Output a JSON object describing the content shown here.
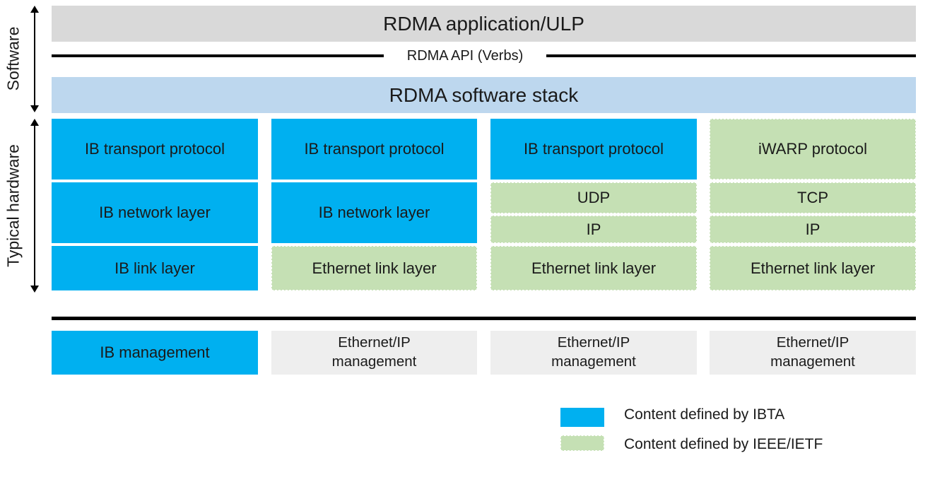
{
  "side_labels": {
    "software": "Software",
    "hardware": "Typical hardware"
  },
  "top": {
    "application": "RDMA application/ULP",
    "api": "RDMA API (Verbs)",
    "stack": "RDMA software stack"
  },
  "columns": [
    {
      "transport": "IB transport protocol",
      "network": "IB network layer",
      "link": "IB link layer",
      "management": "IB management"
    },
    {
      "transport": "IB transport protocol",
      "network": "IB network layer",
      "link": "Ethernet link layer",
      "management": "Ethernet/IP\nmanagement"
    },
    {
      "transport": "IB transport protocol",
      "network_upper": "UDP",
      "network_lower": "IP",
      "link": "Ethernet link layer",
      "management": "Ethernet/IP\nmanagement"
    },
    {
      "transport": "iWARP protocol",
      "network_upper": "TCP",
      "network_lower": "IP",
      "link": "Ethernet link layer",
      "management": "Ethernet/IP\nmanagement"
    }
  ],
  "legend": {
    "ibta": "Content defined by IBTA",
    "ieee": "Content defined by IEEE/IETF"
  },
  "colors": {
    "ibta_blue": "#00b0f0",
    "ieee_green": "#c5e0b4",
    "management_grey": "#eeeeee",
    "application_grey": "#d9d9d9",
    "software_stack_blue": "#bdd7ee"
  }
}
